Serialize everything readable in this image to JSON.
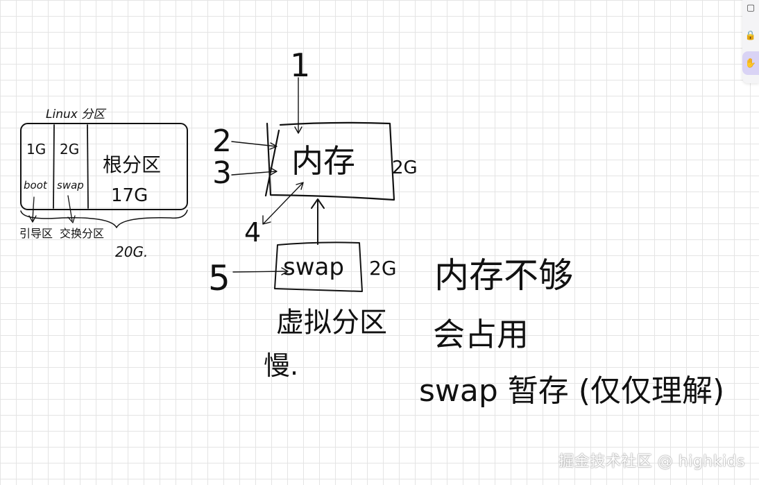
{
  "partition_diagram": {
    "title": "Linux 分区",
    "boot_size": "1G",
    "boot_label": "boot",
    "swap_size": "2G",
    "swap_label": "swap",
    "root_label": "根分区",
    "root_size": "17G",
    "boot_caption": "引导区",
    "swap_caption": "交换分区",
    "total": "20G."
  },
  "memory_diagram": {
    "memory_label": "内存",
    "memory_size": "2G",
    "swap_label": "swap",
    "swap_size": "2G",
    "swap_caption_1": "虚拟分区",
    "swap_caption_2": "慢.",
    "numbers": [
      "1",
      "2",
      "3",
      "4",
      "5"
    ]
  },
  "note": {
    "line1": "内存不够",
    "line2": "会占用",
    "line3": "swap 暂存 (仅仅理解)"
  },
  "toolbar": {
    "items": [
      {
        "name": "square-icon",
        "glyph": "▢"
      },
      {
        "name": "lock-icon",
        "glyph": "🔒"
      },
      {
        "name": "hand-icon",
        "glyph": "✋"
      }
    ]
  },
  "watermark": "掘金技术社区 @ highkids"
}
